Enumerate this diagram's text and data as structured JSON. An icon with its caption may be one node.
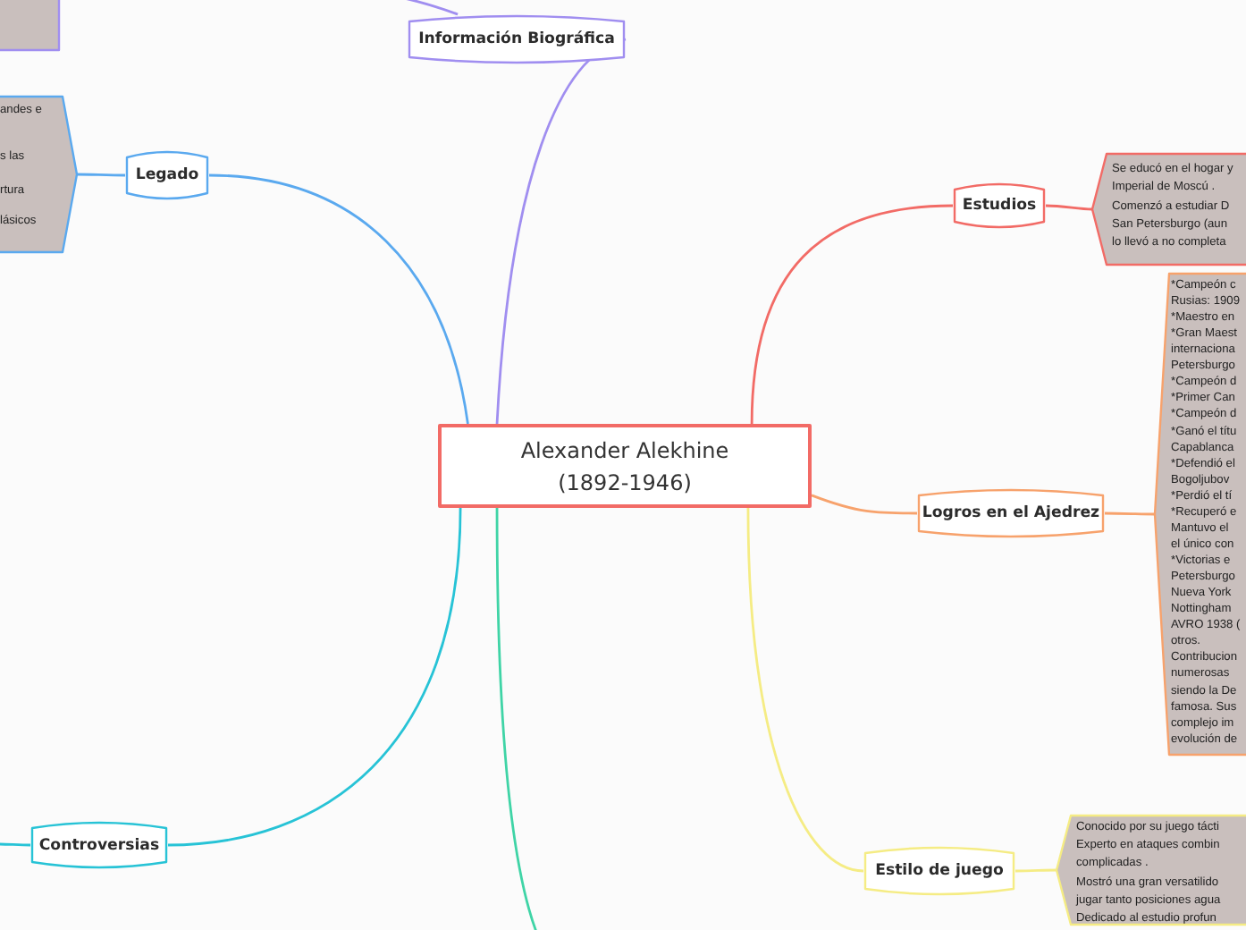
{
  "diagram": {
    "nodes": [
      {
        "text": [
          "Alexander Alekhine (1892-1946)"
        ]
      },
      {
        "text": [
          "Información Biográfica"
        ]
      },
      {
        "text": [],
        "shape": "box"
      },
      {
        "text": [
          "Legado"
        ]
      },
      {
        "text": [
          "andes e",
          "s las",
          "rtura",
          "lásicos"
        ]
      },
      {
        "text": [
          "Estudios"
        ]
      },
      {
        "text": [
          "Se educó en el hogar y",
          "Imperial de Moscú .",
          "Comenzó a estudiar D",
          "San Petersburgo (aun",
          "lo llevó a no completa"
        ]
      },
      {
        "text": [
          "Logros en el Ajedrez"
        ]
      },
      {
        "text": [
          "*Campeón c",
          "Rusias: 1909",
          "*Maestro en",
          "*Gran Maest",
          "internaciona",
          "Petersburgo",
          "*Campeón d",
          "*Primer Can",
          "*Campeón d",
          "*Ganó el títu",
          "Capablanca",
          "*Defendió el",
          "Bogoljubov",
          "*Perdió el tí",
          "*Recuperó e",
          "Mantuvo el",
          "el único con",
          "*Victorias e",
          "Petersburgo",
          "Nueva York",
          "Nottingham",
          "AVRO 1938 (",
          "otros.",
          "Contribucion",
          "numerosas",
          "siendo la De",
          "famosa. Sus",
          "complejo im",
          "evolución de"
        ]
      },
      {
        "text": [
          "Estilo de juego"
        ]
      },
      {
        "text": [
          "Conocido por su juego tácti",
          "Experto en ataques combin",
          "complicadas .",
          "Mostró una gran versatilido",
          "jugar tanto posiciones agua",
          "Dedicado al estudio profun"
        ]
      },
      {
        "text": [
          "Controversias"
        ]
      }
    ],
    "edges": [
      {
        "from": 0,
        "to": 1,
        "arrow": "none",
        "color": "#a08ef0"
      },
      {
        "from": 0,
        "to": 3,
        "arrow": "none",
        "color": "#5aa9ef"
      },
      {
        "from": 0,
        "to": 5,
        "arrow": "none",
        "color": "#f26b66"
      },
      {
        "from": 0,
        "to": 7,
        "arrow": "none",
        "color": "#f7a26c"
      },
      {
        "from": 0,
        "to": 9,
        "arrow": "none",
        "color": "#f5ec84"
      },
      {
        "from": 0,
        "to": 11,
        "arrow": "none",
        "color": "#27c3d6"
      },
      {
        "from": 0,
        "to": null,
        "arrow": "none",
        "color": "#3fd4a6"
      },
      {
        "from": 1,
        "to": null,
        "arrow": "none",
        "color": "#a08ef0"
      },
      {
        "from": 3,
        "to": 4,
        "arrow": "none",
        "color": "#5aa9ef"
      },
      {
        "from": 5,
        "to": 6,
        "arrow": "none",
        "color": "#f26b66"
      },
      {
        "from": 7,
        "to": 8,
        "arrow": "none",
        "color": "#f7a26c"
      },
      {
        "from": 9,
        "to": 10,
        "arrow": "none",
        "color": "#f5ec84"
      },
      {
        "from": 11,
        "to": null,
        "arrow": "none",
        "color": "#27c3d6"
      }
    ]
  }
}
